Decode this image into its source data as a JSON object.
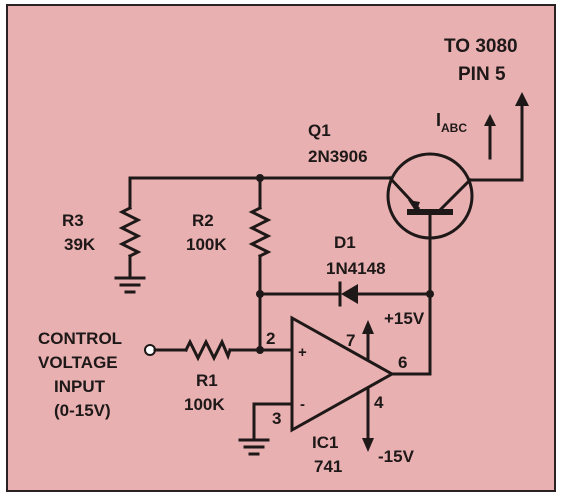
{
  "colors": {
    "background": "#e8b0b0",
    "ink": "#1e1818"
  },
  "output": {
    "line1": "TO 3080",
    "line2": "PIN 5"
  },
  "current": {
    "main": "I",
    "sub": "ABC"
  },
  "q1": {
    "ref": "Q1",
    "part": "2N3906"
  },
  "r3": {
    "ref": "R3",
    "value": "39K"
  },
  "r2": {
    "ref": "R2",
    "value": "100K"
  },
  "d1": {
    "ref": "D1",
    "part": "1N4148"
  },
  "supply": {
    "pos": "+15V",
    "neg": "-15V"
  },
  "pins": {
    "p2": "2",
    "p3": "3",
    "p4": "4",
    "p6": "6",
    "p7": "7",
    "plus": "+",
    "minus": "-"
  },
  "input": {
    "line1": "CONTROL",
    "line2": "VOLTAGE",
    "line3": "INPUT",
    "line4": "(0-15V)"
  },
  "r1": {
    "ref": "R1",
    "value": "100K"
  },
  "ic1": {
    "ref": "IC1",
    "part": "741"
  }
}
